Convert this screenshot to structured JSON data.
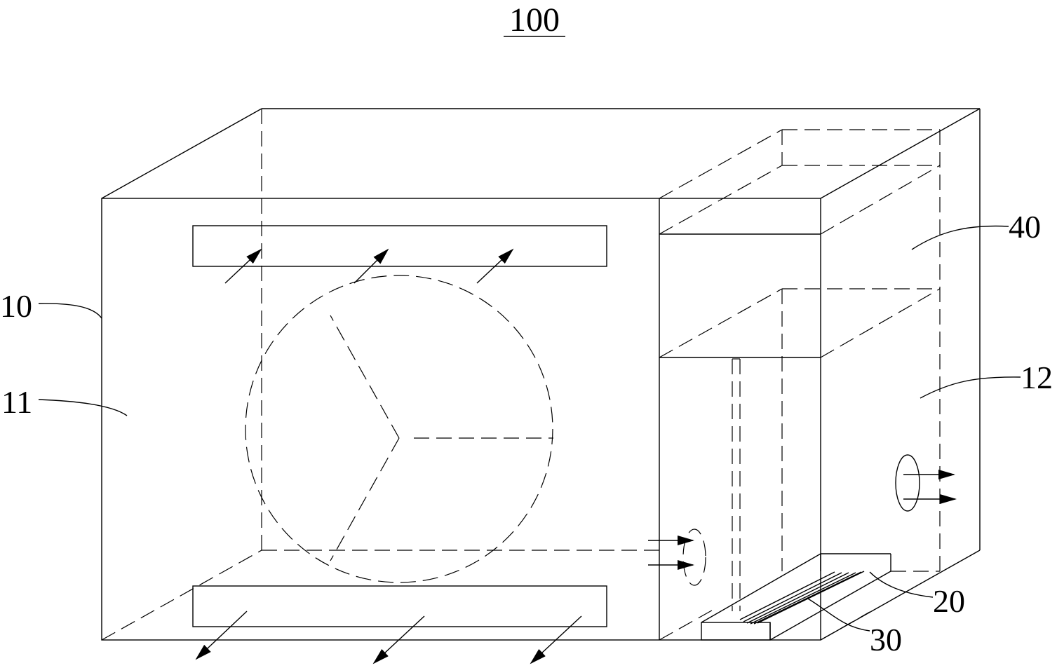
{
  "figure_number": "100",
  "labels": {
    "housing": "10",
    "first_chamber": "11",
    "second_chamber": "12",
    "water_tray": "20",
    "grille": "30",
    "partition": "40"
  },
  "colors": {
    "line": "#000000",
    "background": "#ffffff"
  }
}
